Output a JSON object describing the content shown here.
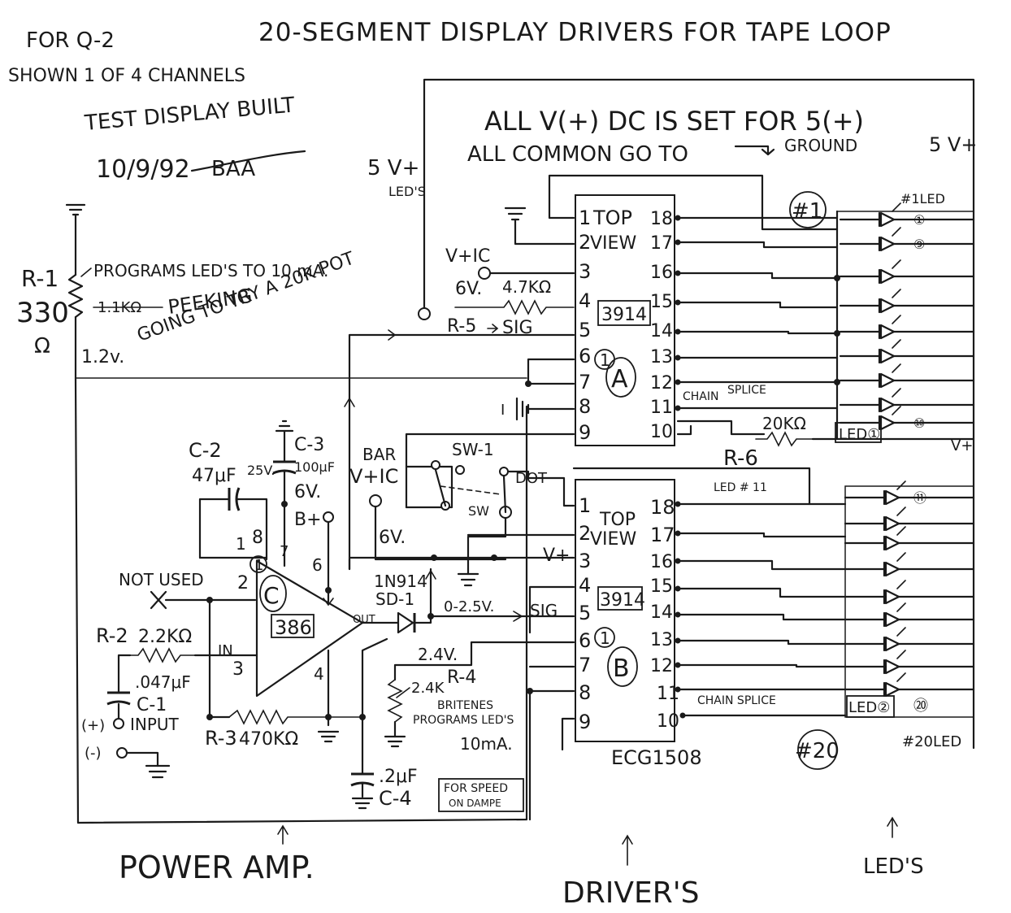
{
  "title": "20-SEGMENT DISPLAY DRIVERS FOR TAPE LOOP",
  "notes": {
    "for": "FOR Q-2",
    "shown": "SHOWN 1 OF 4 CHANNELS",
    "test_build": "TEST DISPLAY BUILT",
    "date": "10/9/92",
    "struck": "BAA",
    "all_v": "ALL V(+) DC IS SET FOR 5(+)",
    "all_common": "ALL COMMON GO TO",
    "ground": "GROUND",
    "five_v_right": "5 V+",
    "five_v_led": "5 V+",
    "led_label": "LED'S"
  },
  "r1": {
    "label": "R-1",
    "value": "330",
    "unit": "Ω",
    "note1": "PROGRAMS LED'S TO 10 mA.",
    "note2": "PEEKING",
    "note3": "GOING TO TRY A 20K POT",
    "struck": "1.1KΩ",
    "voltage": "1.2v."
  },
  "chip_a": {
    "pins_left": [
      "1",
      "2",
      "3",
      "4",
      "5",
      "6",
      "7",
      "8",
      "9"
    ],
    "pins_right": [
      "18",
      "17",
      "16",
      "15",
      "14",
      "13",
      "12",
      "11",
      "10"
    ],
    "top": "TOP",
    "view": "VIEW",
    "part": "3914",
    "unit": "1",
    "letter": "A",
    "vic": "V+IC",
    "res_label": "6V.",
    "res_value": "4.7KΩ",
    "r5": "R-5",
    "sig": "SIG",
    "chain": "CHAIN",
    "splice": "SPLICE",
    "r6_value": "20KΩ",
    "r6": "R-6",
    "led1": "LED①",
    "vplus": "V+",
    "led_no": "#1",
    "led_no_label": "#1LED",
    "led_first": "①",
    "led_second": "⑨",
    "led_last": "⑩"
  },
  "chip_b": {
    "pins_left": [
      "1",
      "2",
      "3",
      "4",
      "5",
      "6",
      "7",
      "8",
      "9"
    ],
    "pins_right": [
      "18",
      "17",
      "16",
      "15",
      "14",
      "13",
      "12",
      "11",
      "10"
    ],
    "top": "TOP",
    "view": "VIEW",
    "part": "3914",
    "unit": "1",
    "letter": "B",
    "vplus": "V+",
    "sig": "SIG",
    "sig_range": "0-2.5V.",
    "v24": "2.4V.",
    "chain": "CHAIN SPLICE",
    "led11": "LED # 11",
    "led2": "LED②",
    "led20": "⑳",
    "led_no": "#20",
    "led_no_label": "#20LED",
    "led_first": "⑪",
    "part_no": "ECG1508"
  },
  "sw1": {
    "label": "SW-1",
    "bar": "BAR",
    "dot": "DOT",
    "sw": "SW",
    "vic": "V+IC",
    "volt": "6V."
  },
  "amp": {
    "part": "386",
    "unit": "1",
    "letter": "C",
    "pins": [
      "1",
      "8",
      "7",
      "6",
      "2",
      "3",
      "4"
    ],
    "in": "IN",
    "out": "OUT",
    "not_used": "NOT USED",
    "c2": "C-2",
    "c2_value": "47μF",
    "c2_volt": "25V.",
    "c3": "C-3",
    "c3_value": "100μF",
    "c3_volt": "6V.",
    "bplus": "B+",
    "r2": "R-2",
    "r2_value": "2.2KΩ",
    "c1_value": ".047μF",
    "c1": "C-1",
    "input": "INPUT",
    "plus": "(+)",
    "minus": "(-)",
    "r3": "R-3",
    "r3_value": "470KΩ",
    "diode": "1N914",
    "diode_label": "SD-1",
    "r4_value": "2.4K",
    "r4": "R-4",
    "britenes": "BRITENES",
    "programs": "PROGRAMS LED'S",
    "ma": "10mA.",
    "c4_value": ".2μF",
    "c4": "C-4",
    "speed": "FOR SPEED",
    "damp": "ON DAMPE"
  },
  "footer": {
    "power_amp": "POWER AMP.",
    "drivers": "DRIVER'S",
    "leds": "LED'S"
  }
}
